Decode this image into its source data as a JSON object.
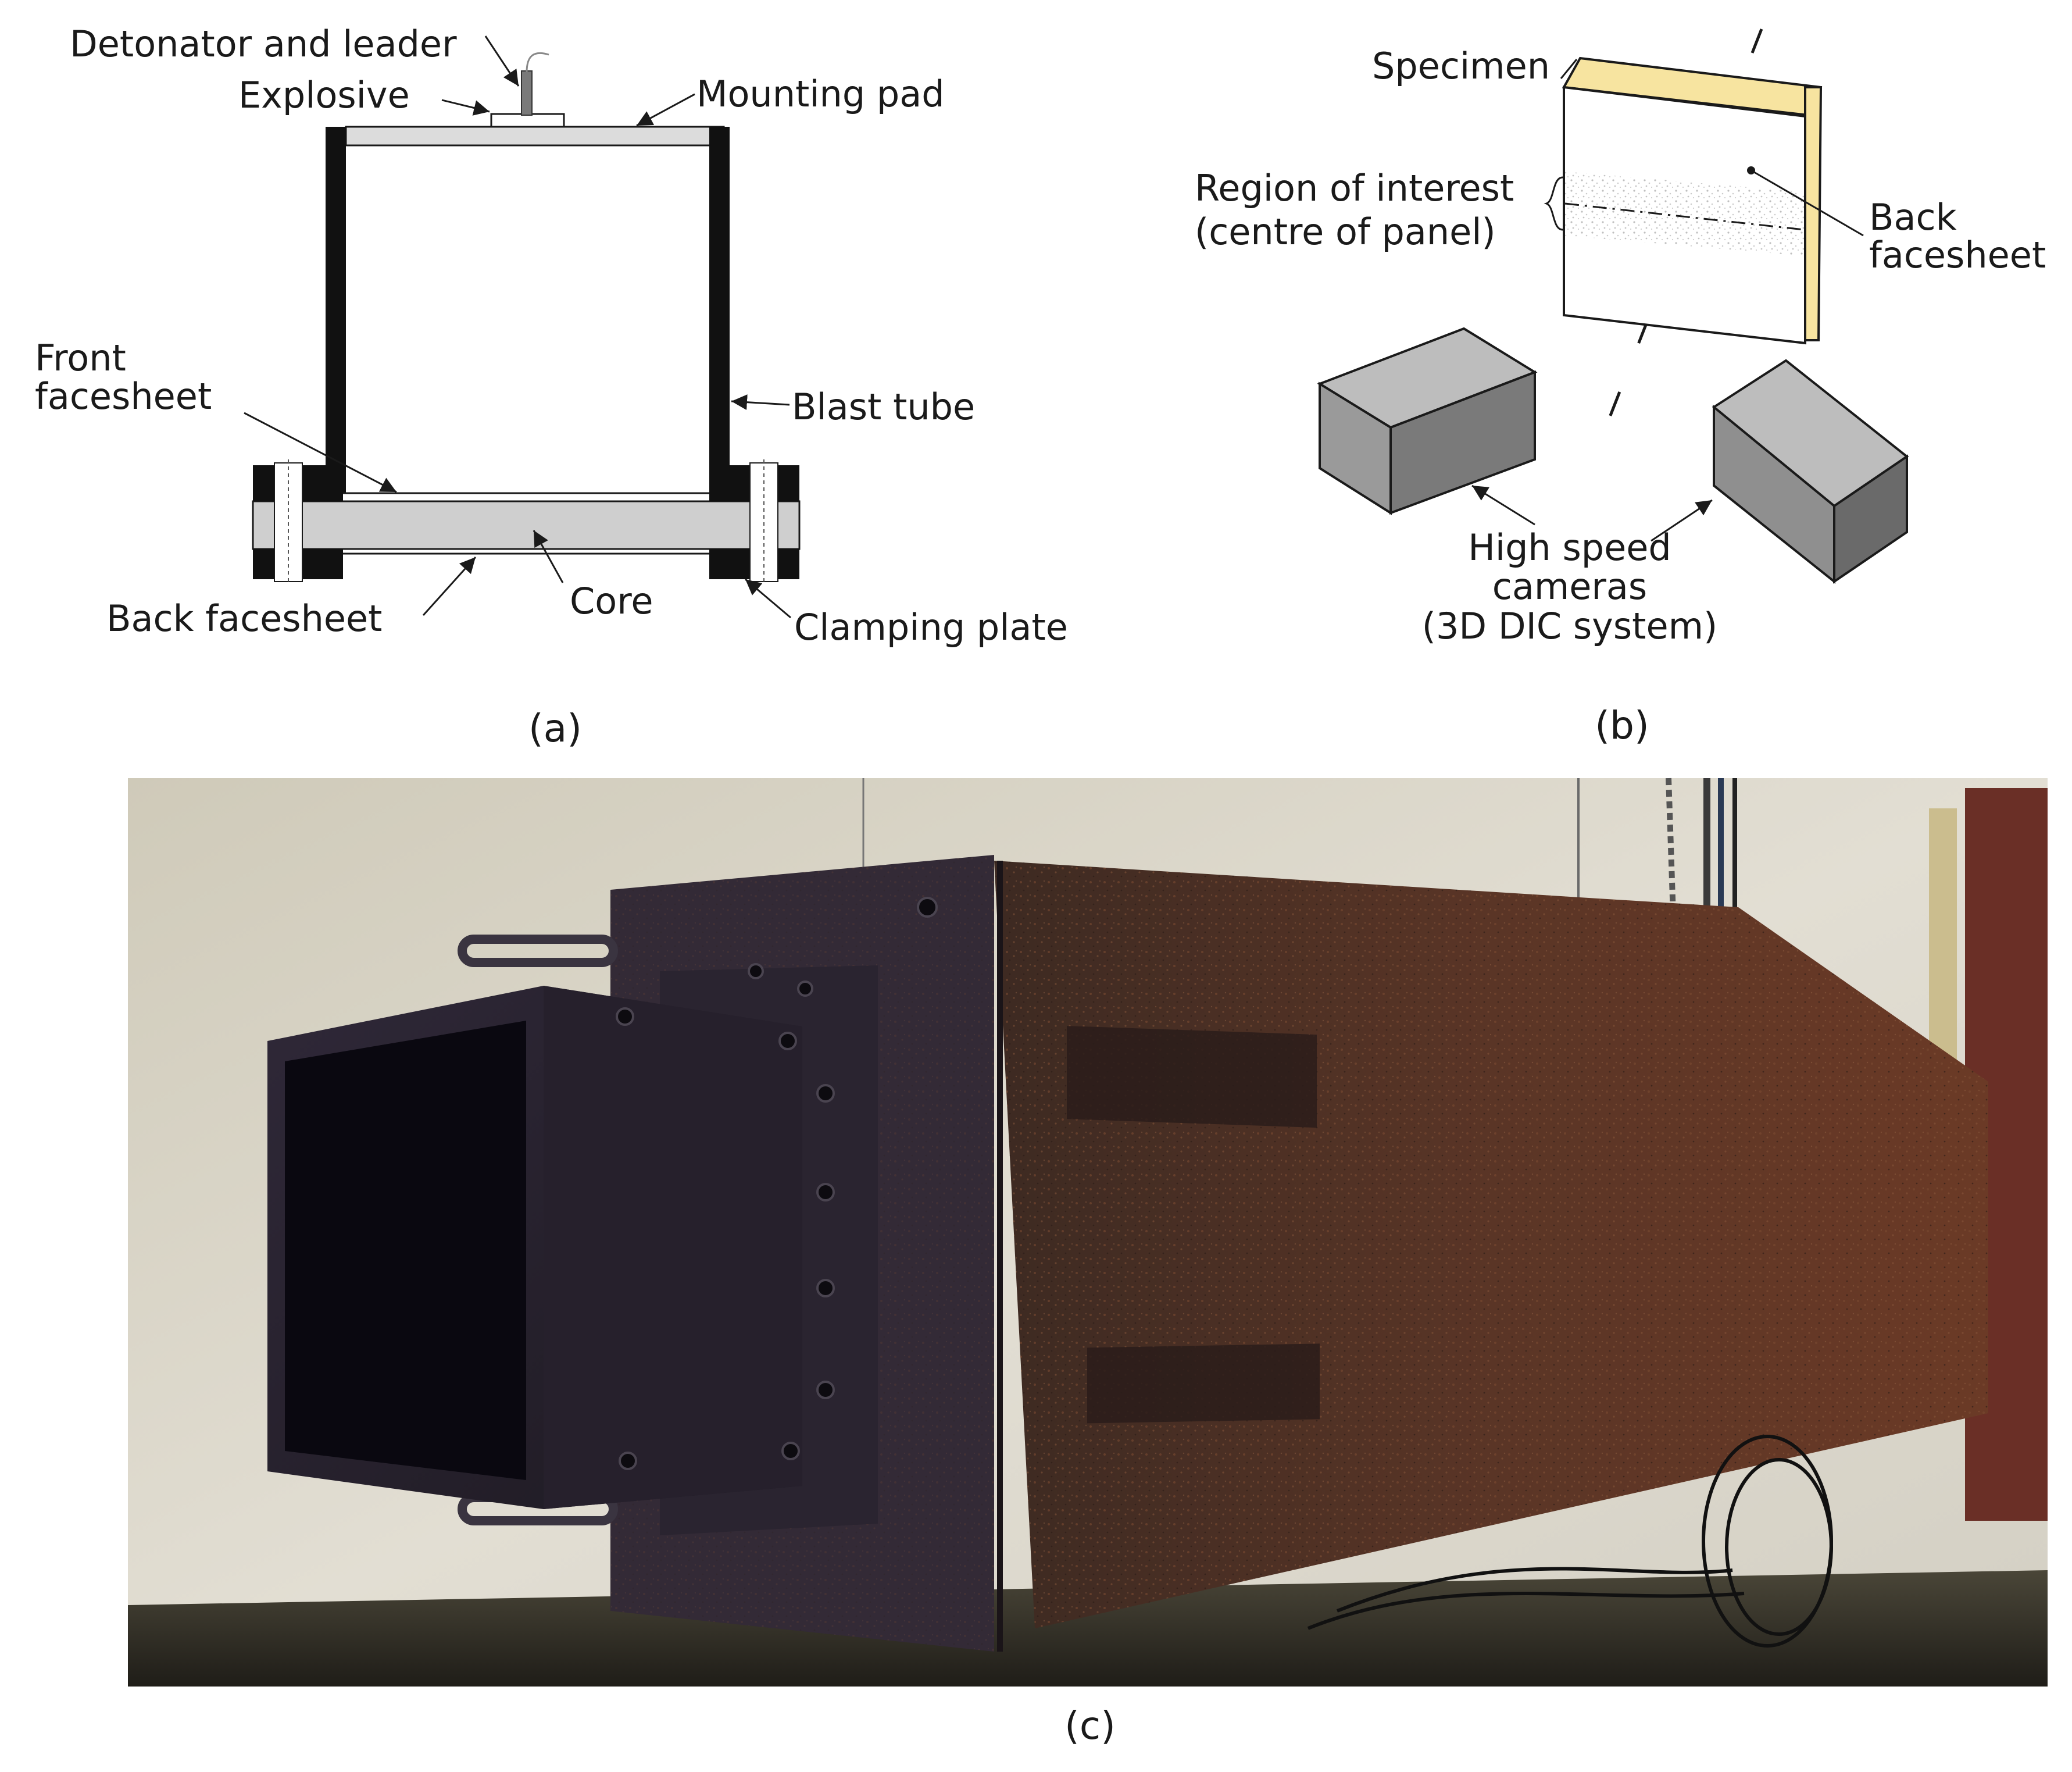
{
  "panel_a": {
    "labels": {
      "detonator": "Detonator and leader",
      "explosive": "Explosive",
      "mounting_pad": "Mounting pad",
      "front_facesheet_line1": "Front",
      "front_facesheet_line2": "facesheet",
      "blast_tube": "Blast tube",
      "back_facesheet": "Back facesheet",
      "core": "Core",
      "clamping_plate": "Clamping plate"
    },
    "caption": "(a)"
  },
  "panel_b": {
    "labels": {
      "specimen": "Specimen",
      "roi_line1": "Region of interest",
      "roi_line2": "(centre of panel)",
      "back_line1": "Back",
      "back_line2": "facesheet",
      "cameras_line1": "High speed",
      "cameras_line2": "cameras",
      "cameras_line3": "(3D DIC system)"
    },
    "caption": "(b)"
  },
  "panel_c": {
    "caption": "(c)"
  },
  "colors": {
    "ink": "#1a1a1a",
    "core_gray": "#cfcfcf",
    "specimen_edge": "#f7e4a0",
    "camera_light": "#bdbdbd",
    "camera_mid": "#8f8f8f",
    "camera_dark": "#6a6a6a",
    "wall": "#d6d3c8",
    "rust": "#4a2c22",
    "steel_dark": "#2b2130"
  }
}
